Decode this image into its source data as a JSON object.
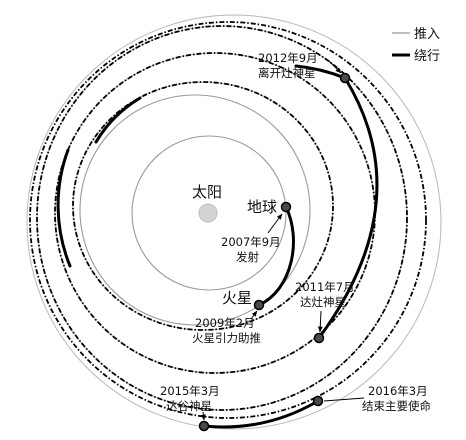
{
  "legend": {
    "items": [
      {
        "label": "推入",
        "color": "#a8a8a8"
      },
      {
        "label": "绕行",
        "color": "#000000"
      }
    ]
  },
  "bodies": {
    "sun": "太阳",
    "earth": "地球",
    "mars": "火星"
  },
  "events": [
    {
      "date": "2007年9月",
      "description": "发射"
    },
    {
      "date": "2009年2月",
      "description": "火星引力助推"
    },
    {
      "date": "2011年7月",
      "description": "达灶神星"
    },
    {
      "date": "2012年9月",
      "description": "离开灶神星"
    },
    {
      "date": "2015年3月",
      "description": "达谷神星"
    },
    {
      "date": "2016年3月",
      "description": "结束主要使命"
    }
  ],
  "colors": {
    "background": "#ffffff",
    "orbit": "#9a9a9a",
    "trajectory": "#000000",
    "sun": "#d4d4d4"
  }
}
